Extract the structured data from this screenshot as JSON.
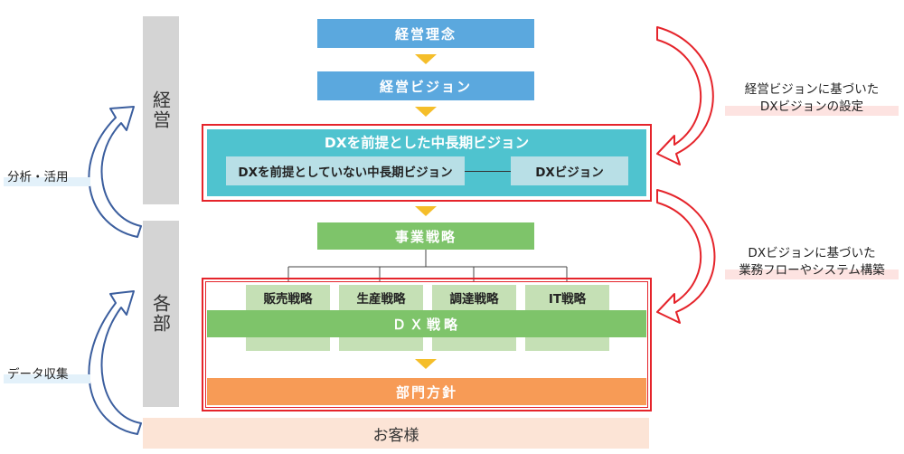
{
  "left_labels": {
    "management": "経営",
    "departments": "各部"
  },
  "side_notes": {
    "analysis": "分析・活用",
    "data_collection": "データ収集"
  },
  "right_notes": {
    "top": [
      "経営ビジョンに基づいた",
      "DXビジョンの設定"
    ],
    "bottom": [
      "DXビジョンに基づいた",
      "業務フローやシステム構築"
    ]
  },
  "boxes": {
    "philosophy": "経営理念",
    "vision": "経営ビジョン",
    "dx_long_term": "DXを前提とした中長期ビジョン",
    "non_dx_long_term": "DXを前提としていない中長期ビジョン",
    "dx_vision": "DXビジョン",
    "business_strategy": "事業戦略",
    "dx_strategy": "ＤＸ戦略",
    "dept_policy": "部門方針",
    "customer": "お客様"
  },
  "strategies": [
    "販売戦略",
    "生産戦略",
    "調達戦略",
    "IT戦略"
  ],
  "colors": {
    "blue": "#5BA8DE",
    "green": "#7EC46A",
    "light_green": "#C5E0B5",
    "orange": "#F79B56",
    "teal": "#4FC3CF",
    "light_teal": "#B8DFE6",
    "red": "#E5242B",
    "arrow_yellow": "#F5BE2A",
    "curve_blue": "#3B5E9E",
    "customer_bg": "#FCE4D6",
    "gray": "#D4D4D4"
  }
}
